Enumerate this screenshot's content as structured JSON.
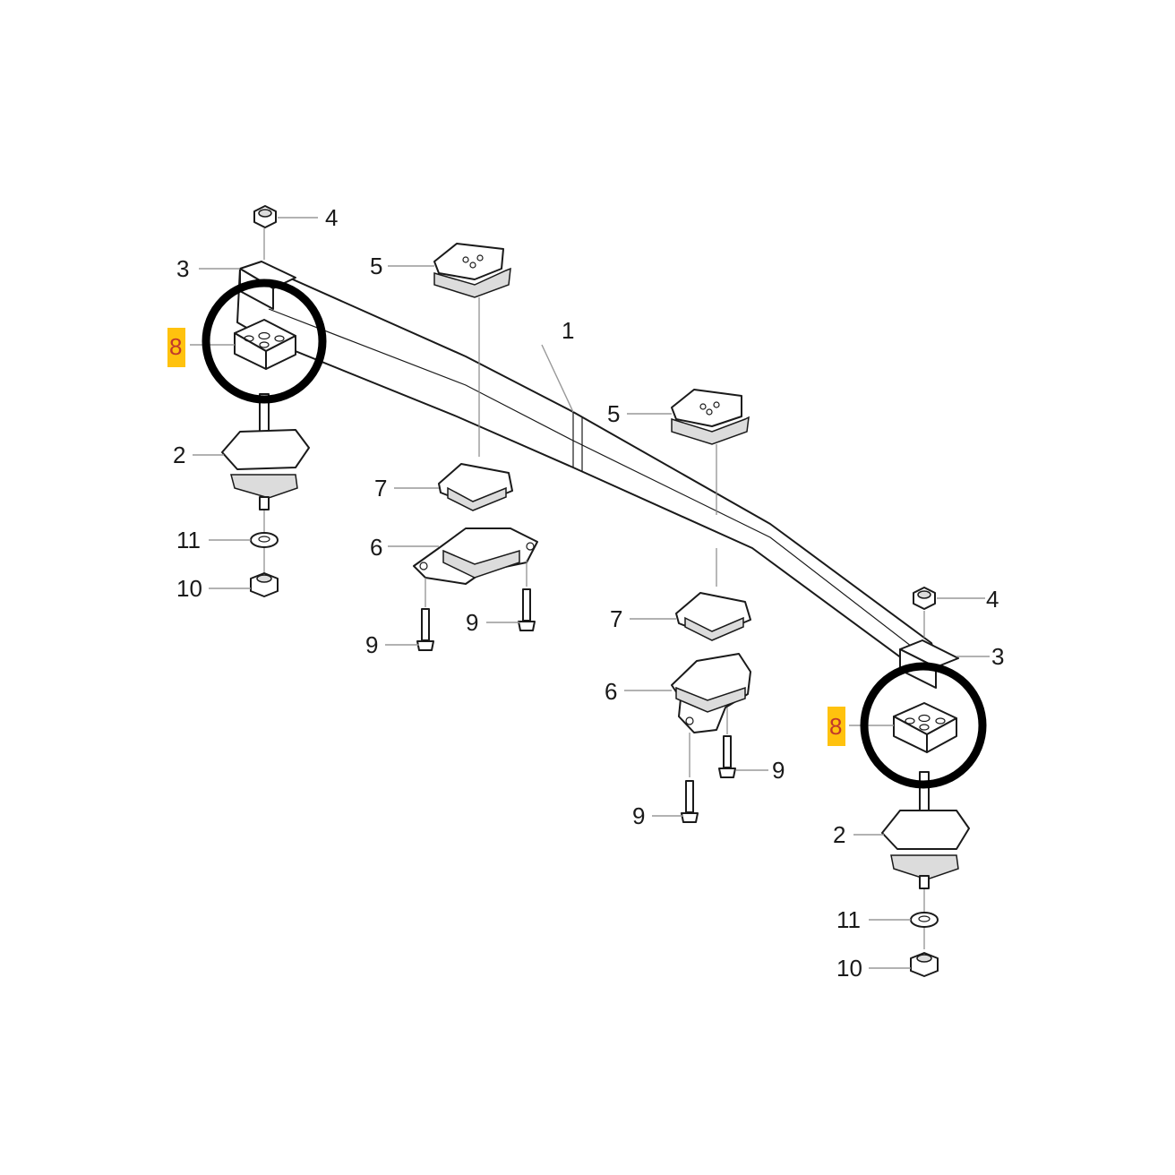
{
  "diagram": {
    "callouts": {
      "leaf_spring": "1",
      "left_mount": "2",
      "left_clamp_plate": "3",
      "left_nut_top": "4",
      "left_pad_upper": "5",
      "left_bracket": "6",
      "left_pad_lower": "7",
      "left_spacer": "8",
      "left_bolt_a": "9",
      "left_bolt_b": "9",
      "left_nut_bottom": "10",
      "left_washer": "11",
      "right_nut_top": "4",
      "right_clamp_plate": "3",
      "right_pad_upper": "5",
      "right_pad_lower": "7",
      "right_bracket": "6",
      "right_bolt_a": "9",
      "right_bolt_b": "9",
      "right_spacer": "8",
      "right_mount": "2",
      "right_washer": "11",
      "right_nut_bottom": "10"
    },
    "highlight_color": "#ffc20e",
    "ring_color": "#000000"
  }
}
